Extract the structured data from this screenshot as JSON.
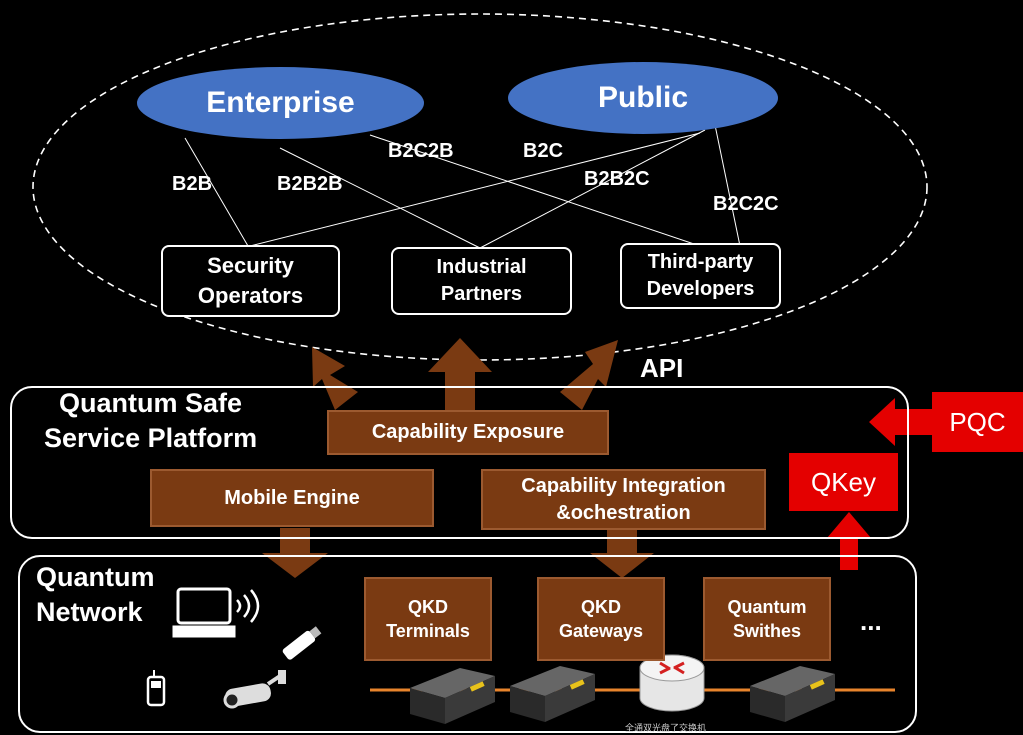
{
  "top": {
    "customers": {
      "enterprise": "Enterprise",
      "public": "Public"
    },
    "relations": {
      "b2b": "B2B",
      "b2b2b": "B2B2B",
      "b2c2b": "B2C2B",
      "b2c": "B2C",
      "b2b2c": "B2B2C",
      "b2c2c": "B2C2C"
    },
    "parties": {
      "security_operators": "Security\nOperators",
      "industrial_partners": "Industrial\nPartners",
      "third_party_developers": "Third-party\nDevelopers"
    },
    "api_label": "API"
  },
  "platform": {
    "title": "Quantum Safe\nService Platform",
    "capability_exposure": "Capability Exposure",
    "mobile_engine": "Mobile Engine",
    "capability_integration": "Capability Integration\n&ochestration"
  },
  "side": {
    "pqc": "PQC",
    "qkey": "QKey"
  },
  "network": {
    "title": "Quantum\nNetwork",
    "qkd_terminals": "QKD\nTerminals",
    "qkd_gateways": "QKD\nGateways",
    "quantum_switches": "Quantum\nSwithes",
    "ellipsis": "...",
    "device_caption": "全通双光盘了交换机"
  },
  "colors": {
    "ellipse_blue": "#4472c4",
    "brown": "#7a3a12",
    "red": "#e40000",
    "orange_line": "#e8842c"
  }
}
